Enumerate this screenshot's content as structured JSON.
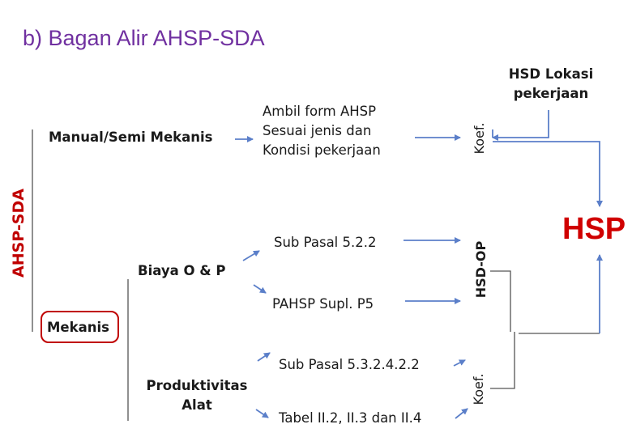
{
  "title": "b) Bagan Alir AHSP-SDA",
  "side_label": "AHSP-SDA",
  "nodes": {
    "manual": "Manual/Semi Mekanis",
    "ambil_form": [
      "Ambil form AHSP",
      "Sesuai jenis dan",
      "Kondisi pekerjaan"
    ],
    "koef_top": "Koef.",
    "hsd_lokasi": [
      "HSD Lokasi",
      "pekerjaan"
    ],
    "hsp": "HSP",
    "sub_pasal_522": "Sub Pasal 5.2.2",
    "biaya_op": "Biaya O & P",
    "hsd_op": "HSD-OP",
    "pahsp": "PAHSP Supl. P5",
    "mekanis": "Mekanis",
    "sub_pasal_532422": "Sub Pasal 5.3.2.4.2.2",
    "produktivitas": [
      "Produktivitas",
      "Alat"
    ],
    "koef_bottom": "Koef.",
    "tabel": "Tabel II.2, II.3 dan II.4"
  },
  "colors": {
    "title": "#7030a0",
    "side_label": "#c00000",
    "hsp": "#d00000",
    "arrow": "#5b7fc9",
    "mekanis_border": "#c00000"
  }
}
